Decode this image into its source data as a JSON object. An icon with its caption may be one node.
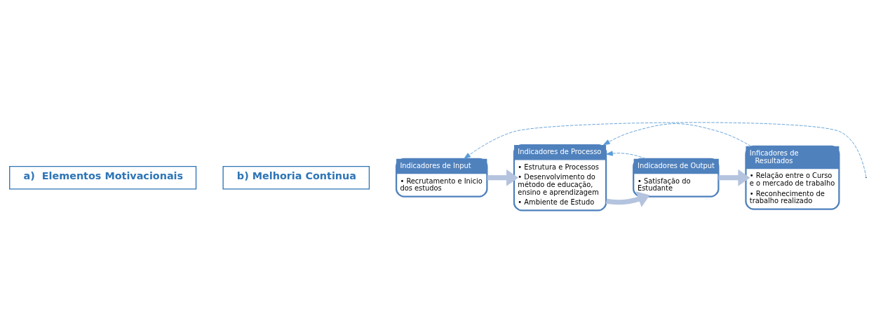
{
  "diagram": {
    "nodes": [
      {
        "text": [
          "a)  Elementos Motivacionais"
        ]
      },
      {
        "text": [
          "b) Melhoria Continua"
        ]
      },
      {
        "text": [
          "Indicadores de Input",
          "• Recrutamento e Inicio dos estudos"
        ]
      },
      {
        "text": [
          "Indicadores de Processo",
          "• Estrutura e Processos",
          "• Desenvolvimento do método de educação, ensino e aprendizagem",
          "• Ambiente de Estudo"
        ]
      },
      {
        "text": [
          "Indicadores de Output",
          "• Satisfação do Estudante"
        ]
      },
      {
        "text": [
          "Inficadores de Resultados",
          "• Relação entre o Curso  e o mercado de trabalho",
          "• Reconhecimento de trabalho realizado"
        ]
      }
    ],
    "edges": [
      {
        "from": 2,
        "to": 3,
        "arrow": "to",
        "style": "thick",
        "color": "#b4c3de"
      },
      {
        "from": 3,
        "to": 4,
        "arrow": "to",
        "style": "thick",
        "color": "#b4c3de"
      },
      {
        "from": 4,
        "to": 5,
        "arrow": "to",
        "style": "thick",
        "color": "#b4c3de"
      },
      {
        "from": null,
        "to": 2,
        "arrow": "to",
        "style": "dashed"
      },
      {
        "from": 5,
        "to": 3,
        "arrow": "to",
        "style": "dashed"
      },
      {
        "from": 4,
        "to": 3,
        "arrow": "to",
        "style": "dashed"
      }
    ]
  }
}
